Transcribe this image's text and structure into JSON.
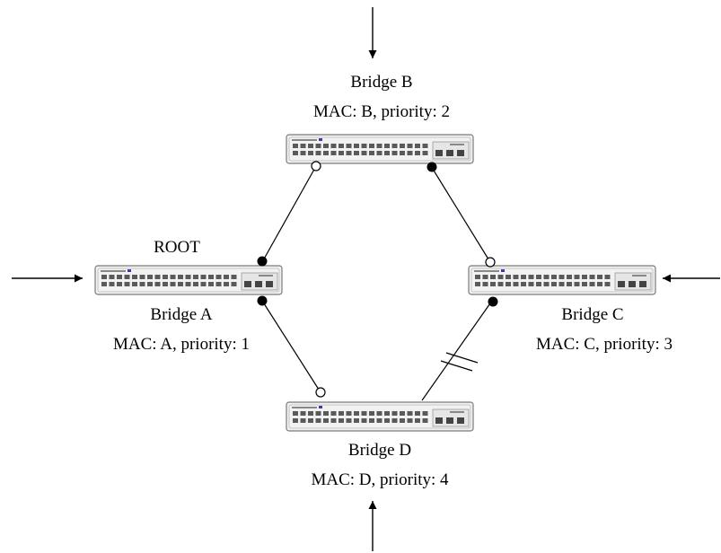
{
  "bridges": {
    "a": {
      "name": "Bridge A",
      "details": "MAC: A, priority: 1",
      "role": "ROOT"
    },
    "b": {
      "name": "Bridge B",
      "details": "MAC: B, priority: 2"
    },
    "c": {
      "name": "Bridge C",
      "details": "MAC: C, priority: 3"
    },
    "d": {
      "name": "Bridge D",
      "details": "MAC: D, priority: 4"
    }
  },
  "links": [
    {
      "from": "a",
      "to": "b",
      "port_states": [
        "root-side filled",
        "open"
      ],
      "blocked": false
    },
    {
      "from": "b",
      "to": "c",
      "port_states": [
        "filled",
        "open"
      ],
      "blocked": false
    },
    {
      "from": "a",
      "to": "d",
      "port_states": [
        "filled",
        "open"
      ],
      "blocked": false
    },
    {
      "from": "c",
      "to": "d",
      "port_states": [
        "filled",
        "none"
      ],
      "blocked": true
    }
  ],
  "colors": {
    "line": "#000000",
    "switch_body": "#f2f2f2",
    "switch_outline": "#7a7a7a",
    "port_dark": "#5a5a5a",
    "accent": "#3b3bb0"
  },
  "icon": "network-switch-icon"
}
